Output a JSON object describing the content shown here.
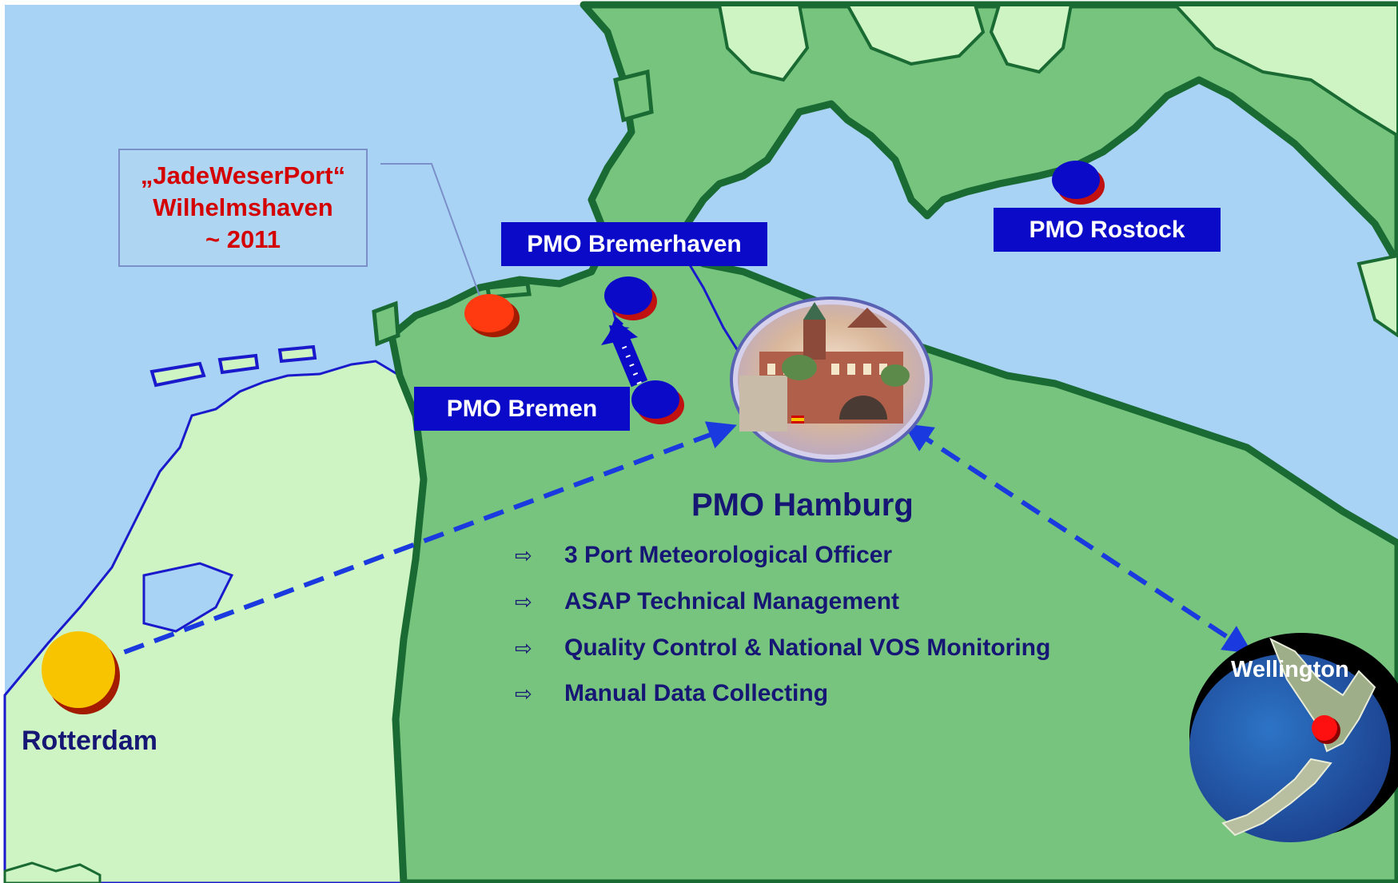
{
  "callout": {
    "line1": "„JadeWeserPort“",
    "line2": "Wilhelmshaven",
    "line3": "~ 2011"
  },
  "labels": {
    "bremerhaven": "PMO Bremerhaven",
    "bremen": "PMO Bremen",
    "rostock": "PMO Rostock",
    "hamburg": "PMO Hamburg",
    "rotterdam": "Rotterdam",
    "wellington": "Wellington"
  },
  "bullets": [
    "3 Port Meteorological Officer",
    "ASAP Technical Management",
    "Quality Control & National VOS Monitoring",
    "Manual Data Collecting"
  ],
  "bullet_icon": "right-arrow-outline-icon",
  "colors": {
    "sea": "#a9d3f5",
    "germany": "#77c47f",
    "netherlands": "#cdf4c2",
    "coastline": "#1a6a33",
    "label_box": "#0a0ac8",
    "pmo_dot": "#0a0ac8",
    "jadeweserport_dot": "#ff3a10",
    "rotterdam_dot": "#f8c400",
    "connector": "#1a3ae0",
    "callout_text": "#d40000",
    "heading_text": "#161674"
  }
}
